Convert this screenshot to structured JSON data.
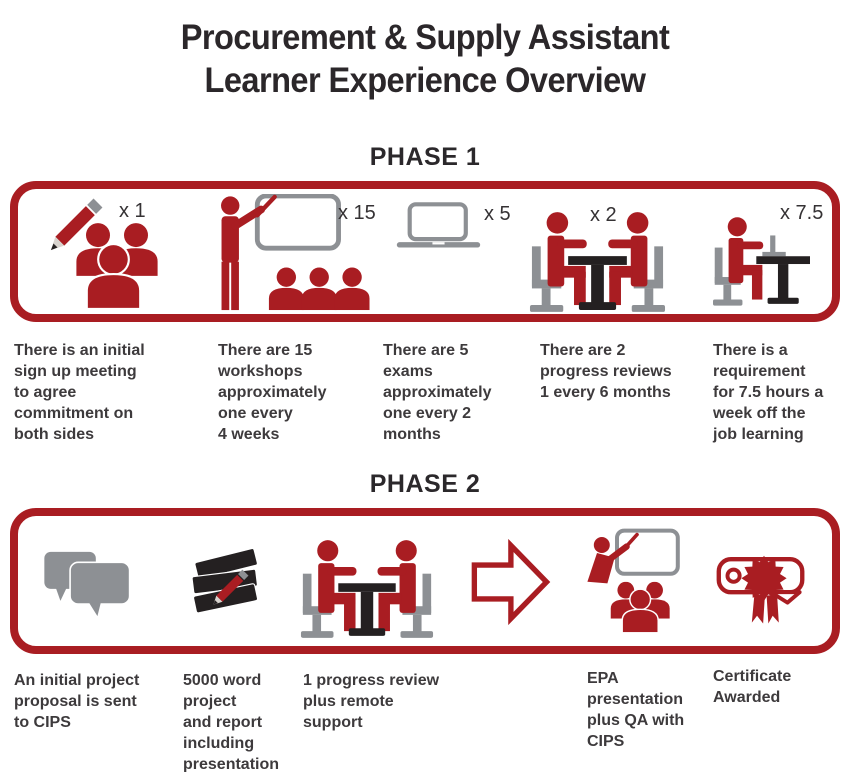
{
  "title": {
    "line1": "Procurement & Supply Assistant",
    "line2": "Learner Experience Overview"
  },
  "colors": {
    "accent_red": "#a91d22",
    "icon_gray": "#8d9094",
    "icon_black": "#242021",
    "text_dark": "#3d3a3c"
  },
  "phase1": {
    "heading": "PHASE 1",
    "items": [
      {
        "icon": "signup-meeting-icon",
        "multiplier": "x 1",
        "description": "There is an initial\nsign up meeting\nto agree\ncommitment on\nboth sides"
      },
      {
        "icon": "workshop-presentation-icon",
        "multiplier": "x 15",
        "description": "There are 15\nworkshops\napproximately\none every\n4 weeks"
      },
      {
        "icon": "laptop-exam-icon",
        "multiplier": "x 5",
        "description": "There are 5\nexams\napproximately\none every 2\nmonths"
      },
      {
        "icon": "progress-review-meeting-icon",
        "multiplier": "x 2",
        "description": "There are 2\nprogress reviews\n1 every 6 months"
      },
      {
        "icon": "off-job-learning-desk-icon",
        "multiplier": "x 7.5",
        "description": "There is a\nrequirement\nfor 7.5 hours a\nweek off the\njob learning"
      }
    ]
  },
  "phase2": {
    "heading": "PHASE 2",
    "connector": {
      "icon": "arrow-right-icon"
    },
    "items": [
      {
        "icon": "chat-bubbles-icon",
        "description": "An initial project\nproposal is sent\nto CIPS"
      },
      {
        "icon": "books-pencil-icon",
        "description": "5000 word\nproject\nand report\nincluding\npresentation"
      },
      {
        "icon": "progress-review-meeting-icon",
        "description": "1 progress review\nplus remote\nsupport"
      },
      {
        "icon": "epa-presentation-icon",
        "description": "EPA\npresentation\nplus QA with\nCIPS"
      },
      {
        "icon": "certificate-icon",
        "description": "Certificate\nAwarded"
      }
    ]
  }
}
